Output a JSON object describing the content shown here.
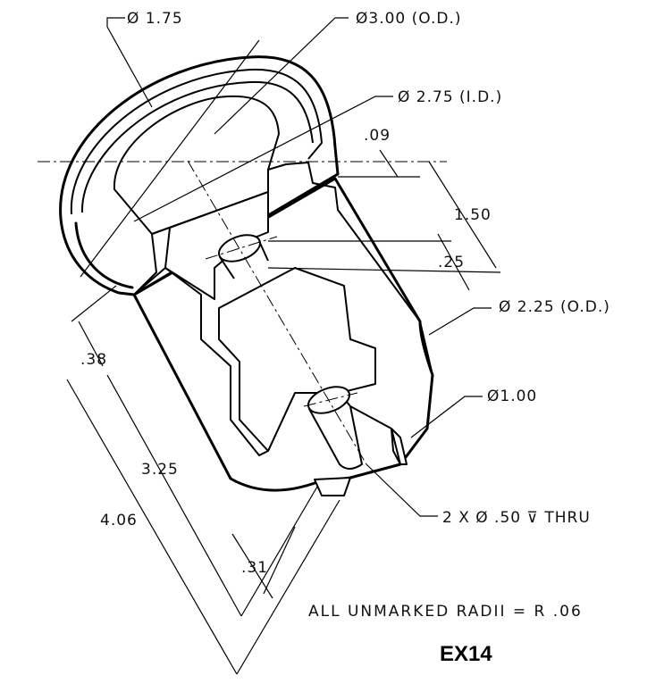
{
  "title": "EX14",
  "note": "ALL UNMARKED RADII = R .06",
  "dimensions": {
    "d_175": "Ø 1.75",
    "d_300": "Ø3.00 (O.D.)",
    "d_275": "Ø 2.75 (I.D.)",
    "d_009": ".09",
    "d_150": "1.50",
    "d_025": ".25",
    "d_225": "Ø 2.25 (O.D.)",
    "d_038": ".38",
    "d_100": "Ø1.00",
    "d_325": "3.25",
    "d_406": "4.06",
    "d_031": ".31",
    "holes": "2 X Ø .50 ⊽ THRU"
  }
}
